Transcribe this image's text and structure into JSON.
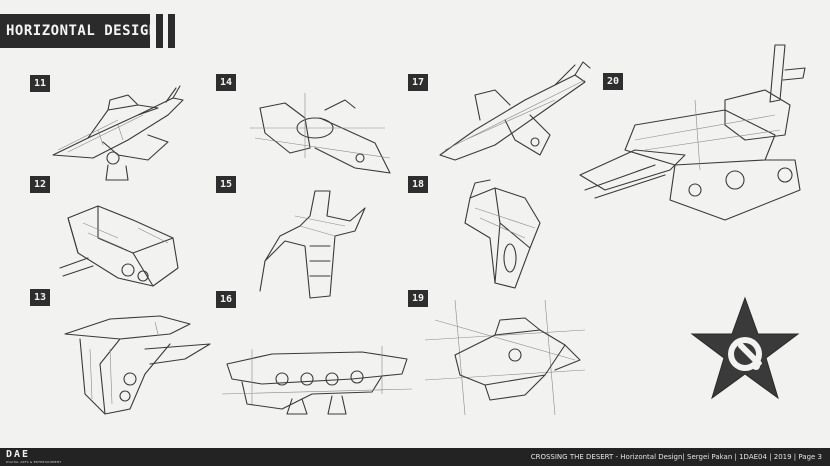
{
  "header": {
    "title": "Horizontal Design"
  },
  "sketches": [
    {
      "number": "11"
    },
    {
      "number": "12"
    },
    {
      "number": "13"
    },
    {
      "number": "14"
    },
    {
      "number": "15"
    },
    {
      "number": "16"
    },
    {
      "number": "17"
    },
    {
      "number": "18"
    },
    {
      "number": "19"
    },
    {
      "number": "20"
    }
  ],
  "emblem": {
    "icon": "star-wrench-icon"
  },
  "footer": {
    "logo_main": "DAE",
    "logo_sub": "DIGITAL ARTS & ENTERTAINMENT",
    "text": "CROSSING THE DESERT - Horizontal Design| Sergei Pakan | 1DAE04 | 2019 | Page 3"
  },
  "colors": {
    "background": "#f2f2f0",
    "dark": "#2b2b2b",
    "ink": "#3a3a3a"
  }
}
